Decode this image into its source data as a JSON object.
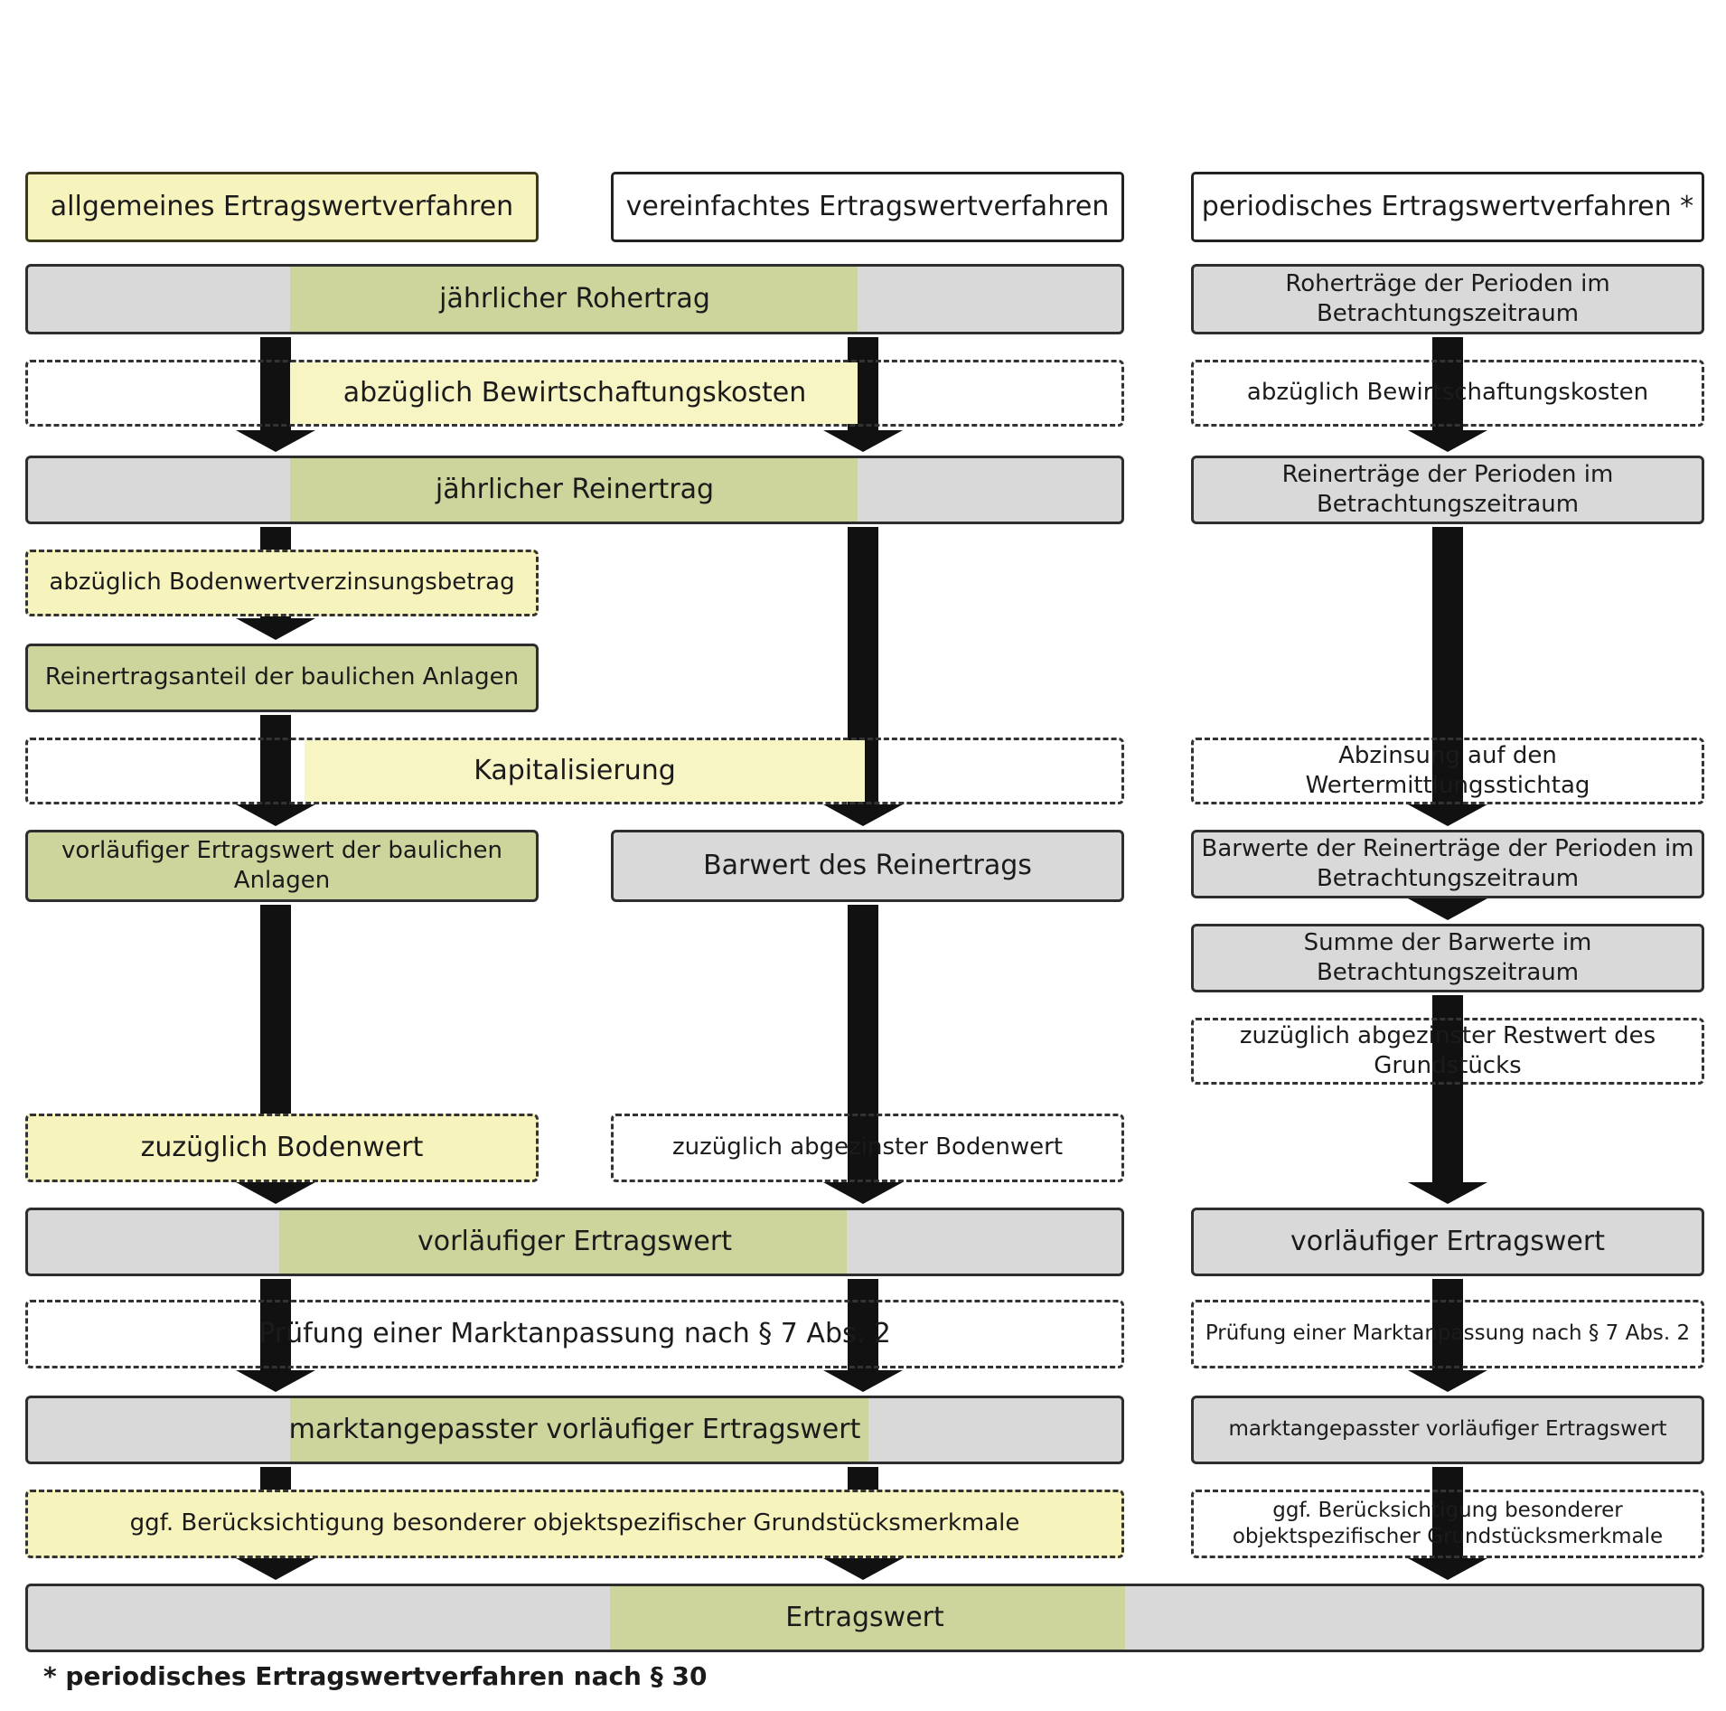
{
  "headers": {
    "general": "allgemeines Ertragswertverfahren",
    "simplified": "vereinfachtes Ertragswertverfahren",
    "periodic": "periodisches Ertragswertverfahren *"
  },
  "steps": {
    "jaehrlicher_rohertrag": "jährlicher Rohertrag",
    "abzueglich_bwk": "abzüglich Bewirtschaftungskosten",
    "jaehrlicher_reinertrag": "jährlicher Reinertrag",
    "abzueglich_bodenwertverzinsung": "abzüglich Bodenwertverzinsungsbetrag",
    "reinertragsanteil": "Reinertragsanteil der baulichen Anlagen",
    "kapitalisierung": "Kapitalisierung",
    "vorlaeufiger_ew_baulich": "vorläufiger Ertragswert der baulichen Anlagen",
    "barwert_reinertrag": "Barwert des Reinertrags",
    "zuzueglich_bodenwert": "zuzüglich Bodenwert",
    "zuzueglich_abgezinster_bodenwert": "zuzüglich abgezinster Bodenwert",
    "vorlaeufiger_ertragswert": "vorläufiger Ertragswert",
    "pruefung_marktanpassung": "Prüfung einer Marktanpassung nach § 7 Abs. 2",
    "marktangepasster": "marktangepasster vorläufiger Ertragswert",
    "bog": "ggf. Berücksichtigung besonderer objektspezifischer Grundstücksmerkmale",
    "ertragswert": "Ertragswert"
  },
  "periodic_steps": {
    "rohertraege": "Roherträge der Perioden im Betrachtungszeitraum",
    "abzueglich_bwk": "abzüglich  Bewirtschaftungskosten",
    "reinertraege": "Reinerträge der Perioden im Betrachtungszeitraum",
    "abzinsung": "Abzinsung auf den Wertermittlungsstichtag",
    "barwerte": "Barwerte der Reinerträge der Perioden im Betrachtungszeitraum",
    "summe": "Summe der Barwerte im Betrachtungszeitraum",
    "zuzueglich_restwert": "zuzüglich abgezinster Restwert des Grundstücks",
    "vorlaeufiger_ertragswert": "vorläufiger Ertragswert",
    "pruefung_marktanpassung": "Prüfung einer Marktanpassung nach § 7 Abs. 2",
    "marktangepasster": "marktangepasster vorläufiger Ertragswert",
    "bog": "ggf. Berücksichtigung besonderer objektspezifischer Grundstücksmerkmale"
  },
  "footnote": "* periodisches Ertragswertverfahren nach § 30",
  "colors": {
    "gray_fill": "#d9d9d9",
    "olive_fill": "#cdd49c",
    "pale_yellow": "#f7f3bd",
    "arrow": "#111111",
    "border": "#2e2e2e"
  }
}
